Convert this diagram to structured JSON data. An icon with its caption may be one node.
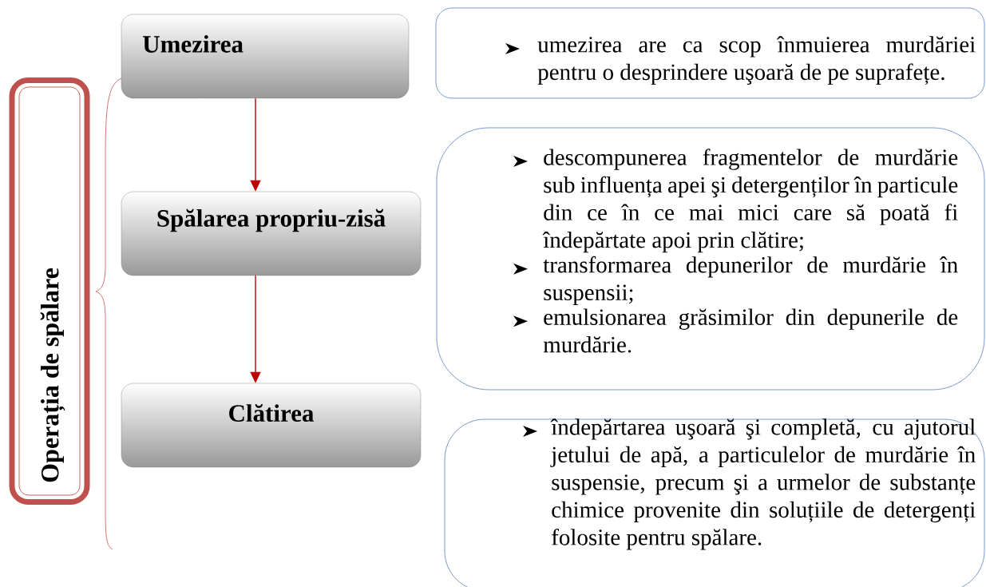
{
  "diagram": {
    "nodes": [
      {
        "text": [
          "Operația de spălare"
        ]
      },
      {
        "text": [
          "Umezirea"
        ]
      },
      {
        "text": [
          "Spălarea propriu-zisă"
        ]
      },
      {
        "text": [
          "Clătirea"
        ]
      },
      {
        "text": [
          "umezirea are ca scop înmuierea murdăriei pentru o desprindere uşoară de pe suprafețe."
        ]
      },
      {
        "text": [
          "descompunerea fragmentelor de murdărie sub influența apei şi detergenților în particule din ce în ce mai mici care să poată fi îndepărtate apoi prin clătire;",
          "transformarea depunerilor de murdărie în suspensii;",
          "emulsionarea grăsimilor din depunerile de murdărie."
        ]
      },
      {
        "text": [
          "îndepărtarea uşoară şi completă, cu ajutorul jetului de apă, a particulelor de murdărie în suspensie, precum şi a urmelor de substanțe chimice provenite din soluțiile de detergenți folosite pentru spălare."
        ]
      }
    ],
    "edges": [
      {
        "from": 1,
        "to": 2,
        "arrow": "to"
      },
      {
        "from": 2,
        "to": 3,
        "arrow": "to"
      }
    ]
  }
}
